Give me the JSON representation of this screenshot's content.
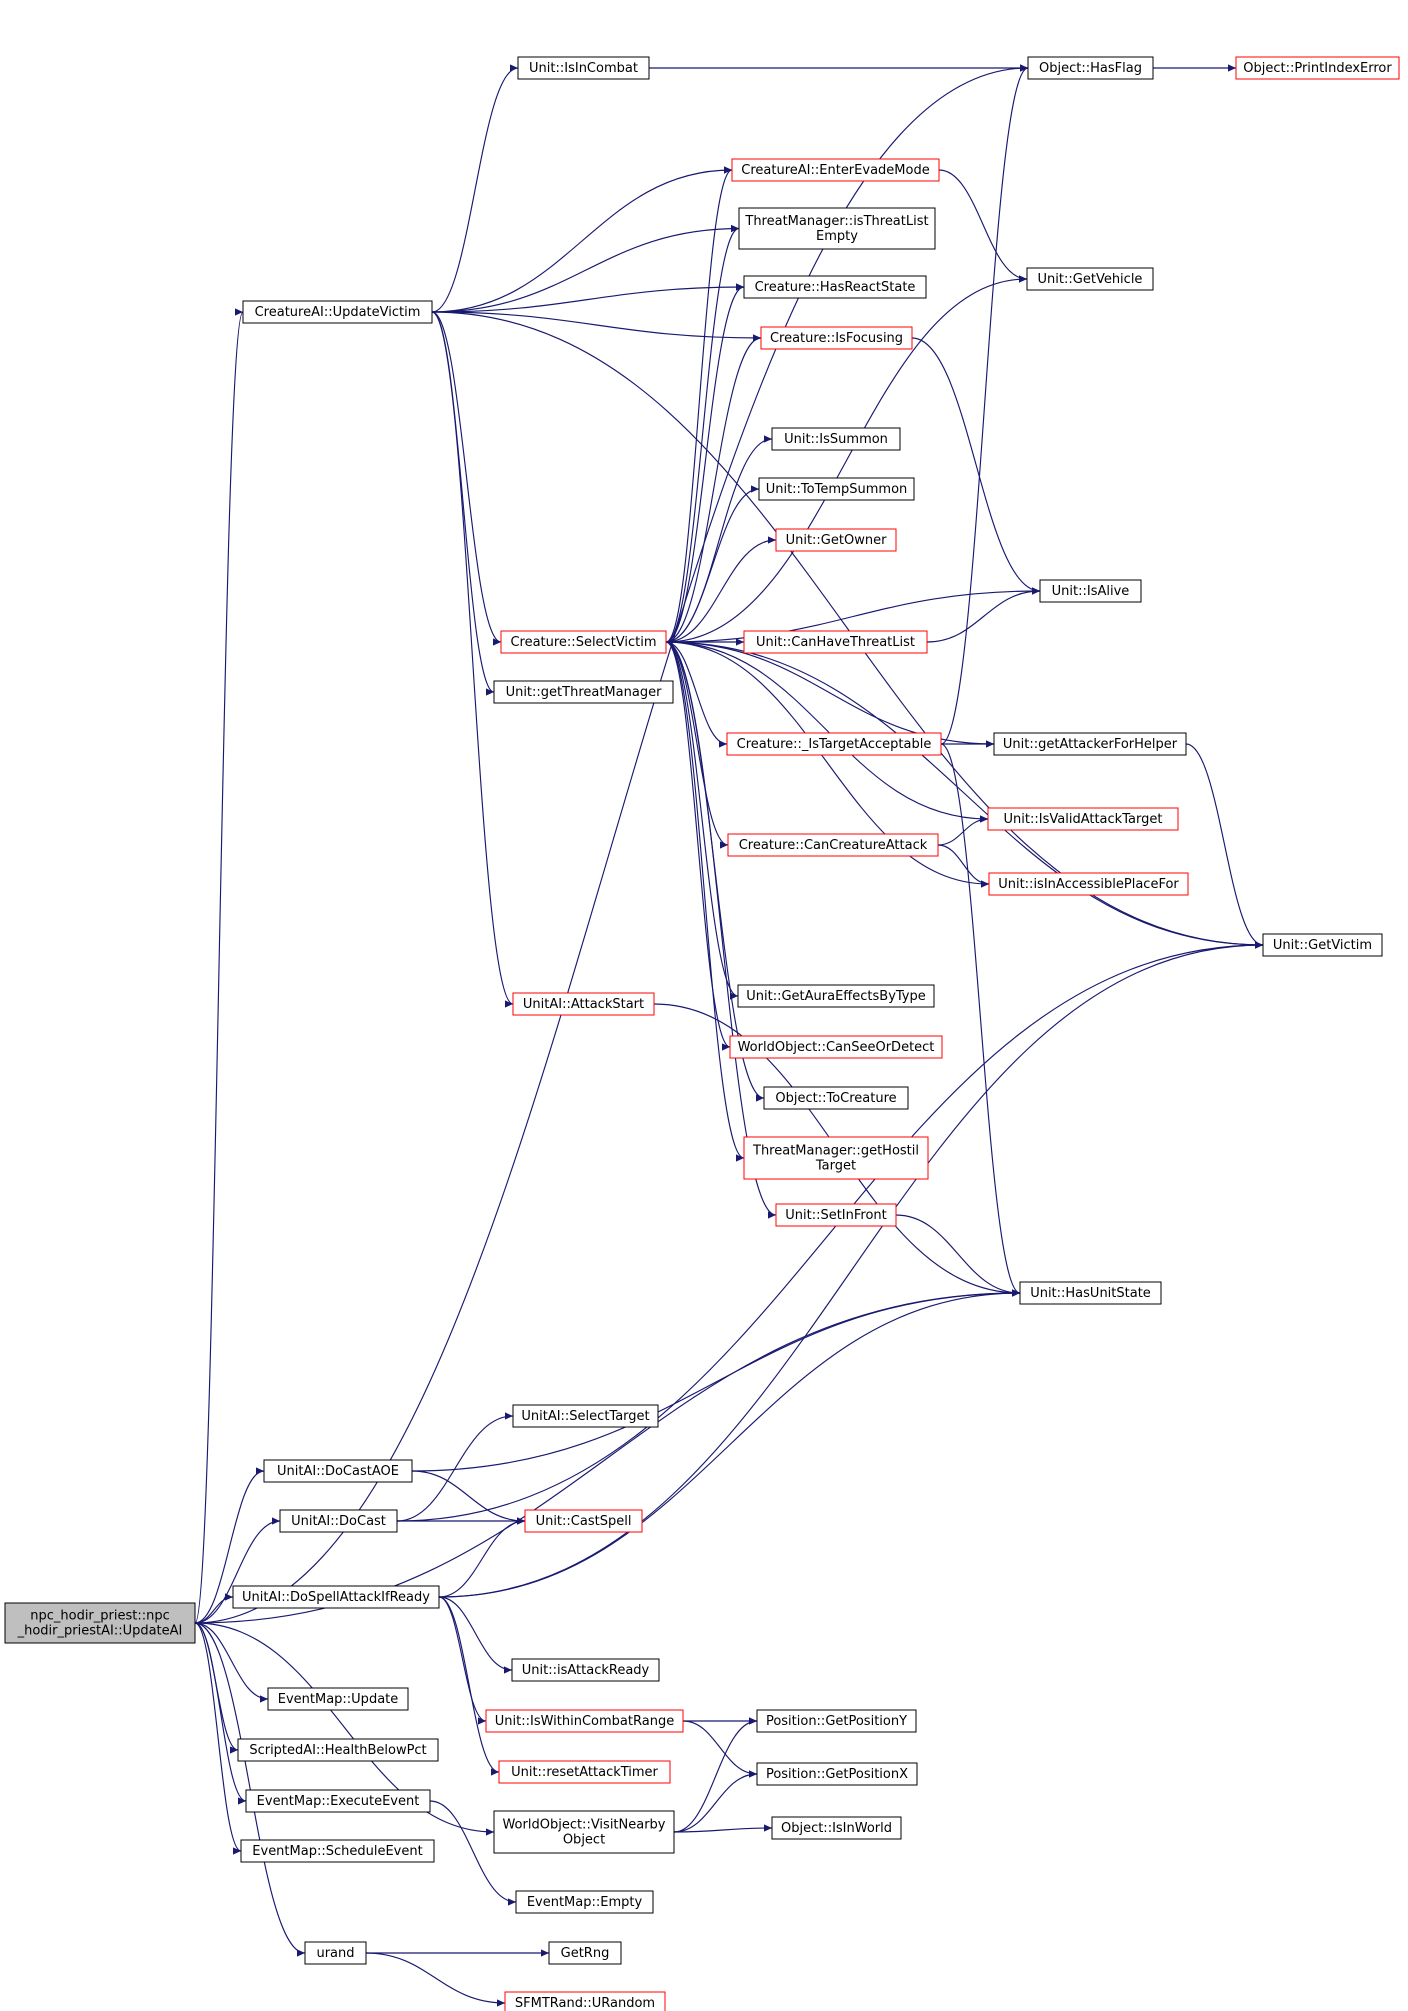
{
  "colors": {
    "edge": "#191970",
    "border_default": "#000000",
    "border_truncated": "#ff0000",
    "fill_default": "#ffffff",
    "fill_root": "#bfbfbf"
  },
  "nodes": [
    {
      "id": "n0",
      "lines": [
        "npc_hodir_priest::npc",
        "_hodir_priestAI::UpdateAI"
      ],
      "style": "root"
    },
    {
      "id": "n1",
      "lines": [
        "CreatureAI::UpdateVictim"
      ],
      "style": "default"
    },
    {
      "id": "n2",
      "lines": [
        "Unit::IsInCombat"
      ],
      "style": "default"
    },
    {
      "id": "n3",
      "lines": [
        "Object::HasFlag"
      ],
      "style": "default"
    },
    {
      "id": "n4",
      "lines": [
        "Object::PrintIndexError"
      ],
      "style": "truncated"
    },
    {
      "id": "n5",
      "lines": [
        "CreatureAI::EnterEvadeMode"
      ],
      "style": "truncated"
    },
    {
      "id": "n6",
      "lines": [
        "ThreatManager::isThreatList",
        "Empty"
      ],
      "style": "default"
    },
    {
      "id": "n7",
      "lines": [
        "Creature::HasReactState"
      ],
      "style": "default"
    },
    {
      "id": "n8",
      "lines": [
        "Creature::IsFocusing"
      ],
      "style": "truncated"
    },
    {
      "id": "n9",
      "lines": [
        "Unit::GetVehicle"
      ],
      "style": "default"
    },
    {
      "id": "n10",
      "lines": [
        "Unit::IsSummon"
      ],
      "style": "default"
    },
    {
      "id": "n11",
      "lines": [
        "Unit::ToTempSummon"
      ],
      "style": "default"
    },
    {
      "id": "n12",
      "lines": [
        "Unit::GetOwner"
      ],
      "style": "truncated"
    },
    {
      "id": "n13",
      "lines": [
        "Unit::IsAlive"
      ],
      "style": "default"
    },
    {
      "id": "n14",
      "lines": [
        "Creature::SelectVictim"
      ],
      "style": "truncated"
    },
    {
      "id": "n15",
      "lines": [
        "Unit::CanHaveThreatList"
      ],
      "style": "truncated"
    },
    {
      "id": "n16",
      "lines": [
        "Unit::getThreatManager"
      ],
      "style": "default"
    },
    {
      "id": "n17",
      "lines": [
        "Creature::_IsTargetAcceptable"
      ],
      "style": "truncated"
    },
    {
      "id": "n18",
      "lines": [
        "Unit::getAttackerForHelper"
      ],
      "style": "default"
    },
    {
      "id": "n19",
      "lines": [
        "Unit::IsValidAttackTarget"
      ],
      "style": "truncated"
    },
    {
      "id": "n20",
      "lines": [
        "Creature::CanCreatureAttack"
      ],
      "style": "truncated"
    },
    {
      "id": "n21",
      "lines": [
        "Unit::isInAccessiblePlaceFor"
      ],
      "style": "truncated"
    },
    {
      "id": "n22",
      "lines": [
        "Unit::GetVictim"
      ],
      "style": "default"
    },
    {
      "id": "n23",
      "lines": [
        "Unit::GetAuraEffectsByType"
      ],
      "style": "default"
    },
    {
      "id": "n24",
      "lines": [
        "UnitAI::AttackStart"
      ],
      "style": "truncated"
    },
    {
      "id": "n25",
      "lines": [
        "WorldObject::CanSeeOrDetect"
      ],
      "style": "truncated"
    },
    {
      "id": "n26",
      "lines": [
        "Object::ToCreature"
      ],
      "style": "default"
    },
    {
      "id": "n27",
      "lines": [
        "ThreatManager::getHostil",
        "Target"
      ],
      "style": "truncated"
    },
    {
      "id": "n28",
      "lines": [
        "Unit::SetInFront"
      ],
      "style": "truncated"
    },
    {
      "id": "n29",
      "lines": [
        "Unit::HasUnitState"
      ],
      "style": "default"
    },
    {
      "id": "n30",
      "lines": [
        "UnitAI::SelectTarget"
      ],
      "style": "default"
    },
    {
      "id": "n31",
      "lines": [
        "UnitAI::DoCastAOE"
      ],
      "style": "default"
    },
    {
      "id": "n32",
      "lines": [
        "UnitAI::DoCast"
      ],
      "style": "default"
    },
    {
      "id": "n33",
      "lines": [
        "Unit::CastSpell"
      ],
      "style": "truncated"
    },
    {
      "id": "n34",
      "lines": [
        "UnitAI::DoSpellAttackIfReady"
      ],
      "style": "default"
    },
    {
      "id": "n35",
      "lines": [
        "Unit::isAttackReady"
      ],
      "style": "default"
    },
    {
      "id": "n36",
      "lines": [
        "EventMap::Update"
      ],
      "style": "default"
    },
    {
      "id": "n37",
      "lines": [
        "Unit::IsWithinCombatRange"
      ],
      "style": "truncated"
    },
    {
      "id": "n38",
      "lines": [
        "Position::GetPositionY"
      ],
      "style": "default"
    },
    {
      "id": "n39",
      "lines": [
        "ScriptedAI::HealthBelowPct"
      ],
      "style": "default"
    },
    {
      "id": "n40",
      "lines": [
        "Unit::resetAttackTimer"
      ],
      "style": "truncated"
    },
    {
      "id": "n41",
      "lines": [
        "Position::GetPositionX"
      ],
      "style": "default"
    },
    {
      "id": "n42",
      "lines": [
        "EventMap::ExecuteEvent"
      ],
      "style": "default"
    },
    {
      "id": "n43",
      "lines": [
        "WorldObject::VisitNearby",
        "Object"
      ],
      "style": "default"
    },
    {
      "id": "n44",
      "lines": [
        "Object::IsInWorld"
      ],
      "style": "default"
    },
    {
      "id": "n45",
      "lines": [
        "EventMap::ScheduleEvent"
      ],
      "style": "default"
    },
    {
      "id": "n46",
      "lines": [
        "EventMap::Empty"
      ],
      "style": "default"
    },
    {
      "id": "n47",
      "lines": [
        "urand"
      ],
      "style": "default"
    },
    {
      "id": "n48",
      "lines": [
        "GetRng"
      ],
      "style": "default"
    },
    {
      "id": "n49",
      "lines": [
        "SFMTRand::URandom"
      ],
      "style": "truncated"
    }
  ],
  "edges": [
    [
      "n0",
      "n1"
    ],
    [
      "n0",
      "n3"
    ],
    [
      "n0",
      "n29"
    ],
    [
      "n0",
      "n31"
    ],
    [
      "n0",
      "n32"
    ],
    [
      "n0",
      "n34"
    ],
    [
      "n0",
      "n36"
    ],
    [
      "n0",
      "n39"
    ],
    [
      "n0",
      "n42"
    ],
    [
      "n0",
      "n45"
    ],
    [
      "n0",
      "n43"
    ],
    [
      "n0",
      "n47"
    ],
    [
      "n1",
      "n2"
    ],
    [
      "n1",
      "n5"
    ],
    [
      "n1",
      "n6"
    ],
    [
      "n1",
      "n7"
    ],
    [
      "n1",
      "n8"
    ],
    [
      "n1",
      "n14"
    ],
    [
      "n1",
      "n16"
    ],
    [
      "n1",
      "n22"
    ],
    [
      "n1",
      "n24"
    ],
    [
      "n2",
      "n3"
    ],
    [
      "n3",
      "n4"
    ],
    [
      "n5",
      "n9"
    ],
    [
      "n8",
      "n13"
    ],
    [
      "n14",
      "n5"
    ],
    [
      "n14",
      "n6"
    ],
    [
      "n14",
      "n7"
    ],
    [
      "n14",
      "n8"
    ],
    [
      "n14",
      "n9"
    ],
    [
      "n14",
      "n10"
    ],
    [
      "n14",
      "n11"
    ],
    [
      "n14",
      "n12"
    ],
    [
      "n14",
      "n13"
    ],
    [
      "n14",
      "n15"
    ],
    [
      "n14",
      "n17"
    ],
    [
      "n14",
      "n18"
    ],
    [
      "n14",
      "n19"
    ],
    [
      "n14",
      "n20"
    ],
    [
      "n14",
      "n21"
    ],
    [
      "n14",
      "n22"
    ],
    [
      "n14",
      "n23"
    ],
    [
      "n14",
      "n25"
    ],
    [
      "n14",
      "n26"
    ],
    [
      "n14",
      "n27"
    ],
    [
      "n14",
      "n28"
    ],
    [
      "n15",
      "n13"
    ],
    [
      "n17",
      "n3"
    ],
    [
      "n17",
      "n18"
    ],
    [
      "n17",
      "n29"
    ],
    [
      "n18",
      "n22"
    ],
    [
      "n20",
      "n19"
    ],
    [
      "n20",
      "n21"
    ],
    [
      "n24",
      "n29"
    ],
    [
      "n28",
      "n29"
    ],
    [
      "n31",
      "n29"
    ],
    [
      "n31",
      "n33"
    ],
    [
      "n32",
      "n30"
    ],
    [
      "n32",
      "n33"
    ],
    [
      "n32",
      "n22"
    ],
    [
      "n34",
      "n29"
    ],
    [
      "n34",
      "n22"
    ],
    [
      "n34",
      "n33"
    ],
    [
      "n34",
      "n35"
    ],
    [
      "n34",
      "n37"
    ],
    [
      "n34",
      "n40"
    ],
    [
      "n37",
      "n38"
    ],
    [
      "n37",
      "n41"
    ],
    [
      "n42",
      "n46"
    ],
    [
      "n43",
      "n38"
    ],
    [
      "n43",
      "n41"
    ],
    [
      "n43",
      "n44"
    ],
    [
      "n47",
      "n48"
    ],
    [
      "n47",
      "n49"
    ]
  ]
}
